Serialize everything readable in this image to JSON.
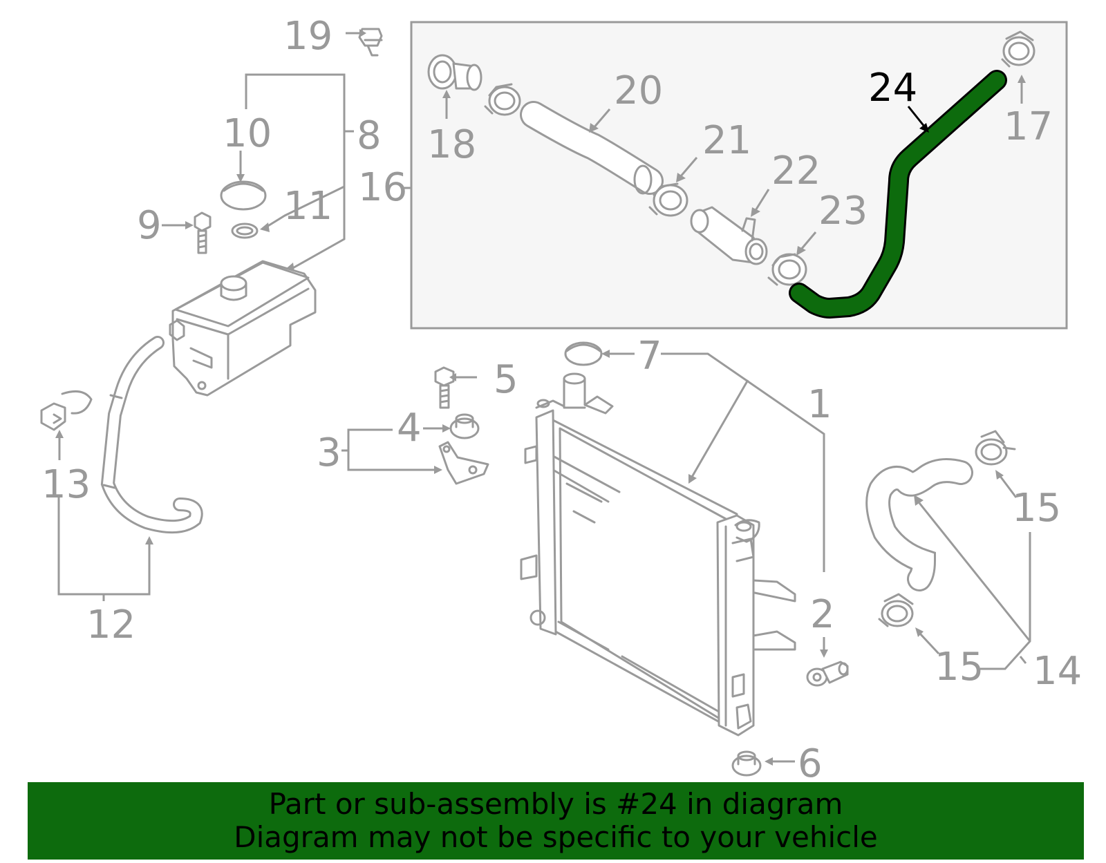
{
  "colors": {
    "highlight": "#0d6b0d",
    "part_line": "#9a9a9a",
    "inset_bg": "#f6f6f6",
    "callout_text": "#999999",
    "highlight_text": "#000000"
  },
  "labels": {
    "n1": "1",
    "n2": "2",
    "n3": "3",
    "n4": "4",
    "n5": "5",
    "n6": "6",
    "n7": "7",
    "n8": "8",
    "n9": "9",
    "n10": "10",
    "n11": "11",
    "n12": "12",
    "n13": "13",
    "n14": "14",
    "n15": "15",
    "n15b": "15",
    "n16": "16",
    "n17": "17",
    "n18": "18",
    "n19": "19",
    "n20": "20",
    "n21": "21",
    "n22": "22",
    "n23": "23",
    "n24": "24"
  },
  "highlighted_part": "24",
  "banner": {
    "line1": "Part or sub-assembly is #24 in diagram",
    "line2": "Diagram may not be specific to your vehicle"
  }
}
